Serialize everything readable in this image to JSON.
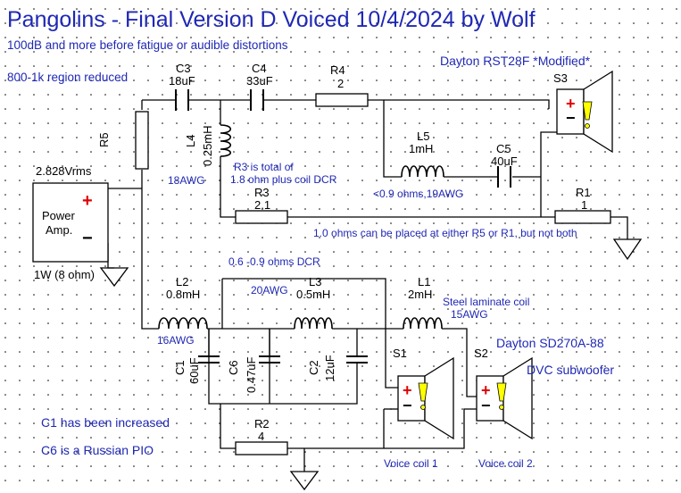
{
  "title": "Pangolins - Final Version D Voiced 10/4/2024 by Wolf",
  "notes": {
    "line1": "100dB and more before fatigue or audible distortions",
    "line2": "800-1k region reduced",
    "tweeter_name": "Dayton RST28F *Modified*",
    "r3_note_1": "R3 is total of",
    "r3_note_2": "1.8 ohm plus coil DCR",
    "l5_note": "<0.9 ohms,19AWG",
    "r1_r5_note": "1.0 ohms can be placed at either R5 or R1, but not both",
    "dcr_note": "0.6 -0.9 ohms DCR",
    "l3_awg": "20AWG",
    "l2_awg": "16AWG",
    "l4_awg": "18AWG",
    "l1_note_1": "Steel laminate coil",
    "l1_note_2": "15AWG",
    "woofer_name": "Dayton SD270A-88",
    "woofer_type": "DVC subwoofer",
    "c1_note": "C1 has been increased",
    "c6_note": "C6 is a Russian PIO",
    "vc1": "Voice coil 1",
    "vc2": "Voice coil 2"
  },
  "amp": {
    "voltage": "2.828Vrms",
    "label_1": "Power",
    "label_2": "Amp.",
    "power": "1W (8 ohm)",
    "plus": "+",
    "minus": "−"
  },
  "components": {
    "C3": {
      "name": "C3",
      "value": "18uF"
    },
    "C4": {
      "name": "C4",
      "value": "33uF"
    },
    "R4": {
      "name": "R4",
      "value": "2"
    },
    "S3": {
      "name": "S3"
    },
    "R5": {
      "name": "R5"
    },
    "L4": {
      "name": "L4",
      "value": "0.25mH"
    },
    "L5": {
      "name": "L5",
      "value": "1mH"
    },
    "C5": {
      "name": "C5",
      "value": "40uF"
    },
    "R3": {
      "name": "R3",
      "value": "2.1"
    },
    "R1": {
      "name": "R1",
      "value": "1"
    },
    "L2": {
      "name": "L2",
      "value": "0.8mH"
    },
    "L3": {
      "name": "L3",
      "value": "0.5mH"
    },
    "L1": {
      "name": "L1",
      "value": "2mH"
    },
    "C1": {
      "name": "C1",
      "value": "60uF"
    },
    "C6": {
      "name": "C6",
      "value": "0.47uF"
    },
    "C2": {
      "name": "C2",
      "value": "12uF"
    },
    "S1": {
      "name": "S1"
    },
    "S2": {
      "name": "S2"
    },
    "R2": {
      "name": "R2",
      "value": "4"
    }
  },
  "symbols": {
    "plus": "+",
    "minus": "−",
    "warn": "!"
  },
  "colors": {
    "ink": "#000000",
    "label": "#1f28b4",
    "plus": "#e00000",
    "warn_fill": "#ffff00",
    "grid_dot": "#000000"
  }
}
